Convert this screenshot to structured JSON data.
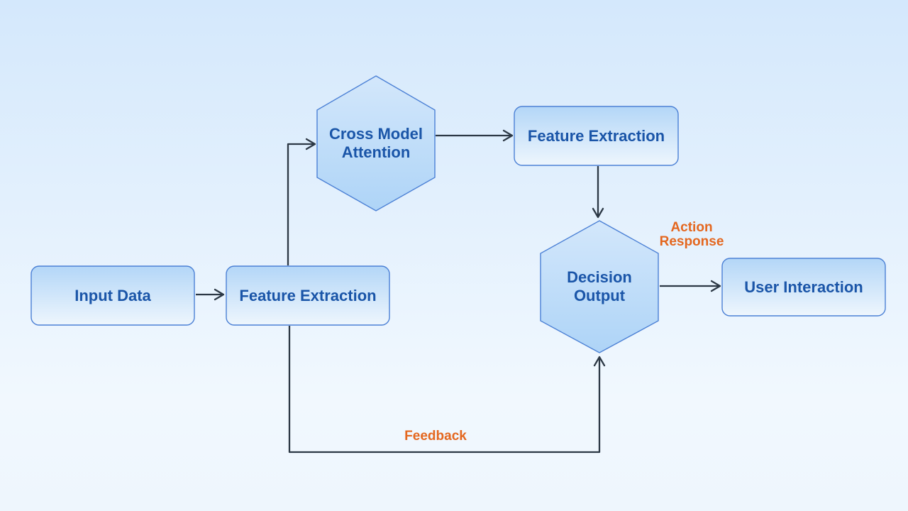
{
  "palette": {
    "bg_top": "#d4e8fc",
    "bg_bottom": "#f1f8fe",
    "rect_fill_top": "#b3d6f7",
    "rect_fill_bottom": "#eef6fd",
    "hex_fill_top": "#d3e7fb",
    "hex_fill_bottom": "#aed4f7",
    "node_border": "#4b80d5",
    "node_text": "#1a55a8",
    "edge_color": "#2c3845",
    "edge_label_color": "#e4671f"
  },
  "diagram": {
    "nodes": [
      {
        "id": "input_data",
        "label": "Input Data",
        "shape": "rectangle"
      },
      {
        "id": "feature_extraction_main",
        "label": "Feature Extraction",
        "shape": "rectangle"
      },
      {
        "id": "cross_model_attention",
        "label": "Cross Model\nAttention",
        "shape": "hexagon"
      },
      {
        "id": "feature_extraction_top",
        "label": "Feature Extraction",
        "shape": "rectangle"
      },
      {
        "id": "decision_output",
        "label": "Decision\nOutput",
        "shape": "hexagon"
      },
      {
        "id": "user_interaction",
        "label": "User Interaction",
        "shape": "rectangle"
      }
    ],
    "edges": [
      {
        "from": "input_data",
        "to": "feature_extraction_main",
        "label": ""
      },
      {
        "from": "feature_extraction_main",
        "to": "cross_model_attention",
        "label": ""
      },
      {
        "from": "cross_model_attention",
        "to": "feature_extraction_top",
        "label": ""
      },
      {
        "from": "feature_extraction_top",
        "to": "decision_output",
        "label": ""
      },
      {
        "from": "decision_output",
        "to": "user_interaction",
        "label": "Action\nResponse"
      },
      {
        "from": "feature_extraction_main",
        "to": "decision_output",
        "label": "Feedback"
      }
    ]
  }
}
